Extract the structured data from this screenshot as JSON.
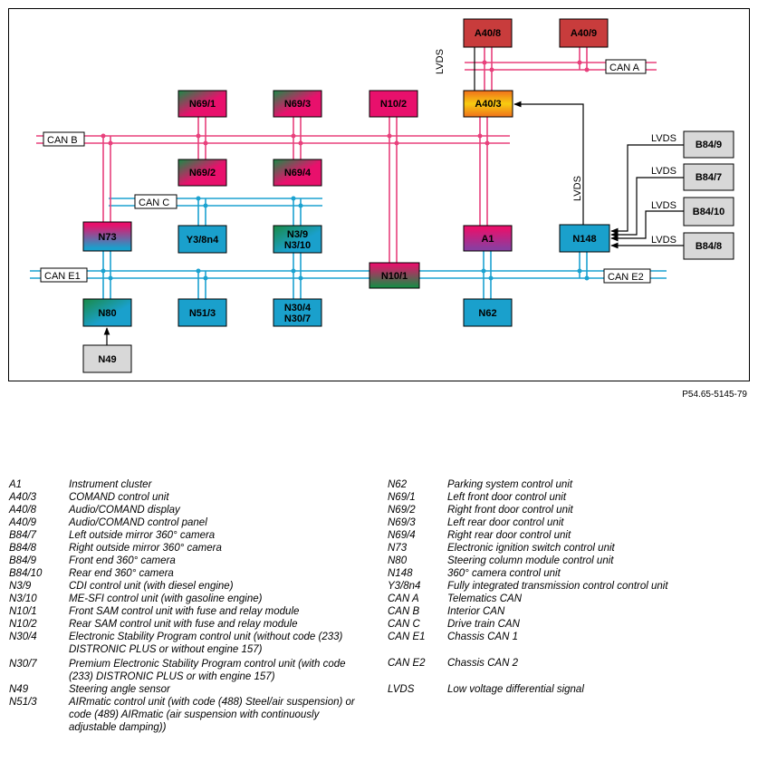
{
  "figure_ref": "P54.65-5145-79",
  "colors": {
    "can_bus": "#e8407c",
    "chassis_bus": "#1ba2d0",
    "red_box": "#c83c3c",
    "pink_box": "#e8106c",
    "blue_box": "#1aa0cc",
    "grey_box": "#d8d8d8",
    "green": "#1a8a46",
    "yellow": "#f7cc10",
    "orange": "#f0701c",
    "purple": "#8a3da0",
    "link_line": "#000000"
  },
  "buses": {
    "can_a": "CAN A",
    "can_b": "CAN B",
    "can_c": "CAN C",
    "can_e1": "CAN E1",
    "can_e2": "CAN E2"
  },
  "lvds_label": "LVDS",
  "components": {
    "a40_8": "A40/8",
    "a40_9": "A40/9",
    "a40_3": "A40/3",
    "n69_1": "N69/1",
    "n69_3": "N69/3",
    "n10_2": "N10/2",
    "n69_2": "N69/2",
    "n69_4": "N69/4",
    "n73": "N73",
    "y3_8n4": "Y3/8n4",
    "n3_9": "N3/9",
    "n3_10": "N3/10",
    "a1": "A1",
    "n148": "N148",
    "n10_1": "N10/1",
    "n80": "N80",
    "n51_3": "N51/3",
    "n30_4": "N30/4",
    "n30_7": "N30/7",
    "n62": "N62",
    "n49": "N49",
    "b84_9": "B84/9",
    "b84_7": "B84/7",
    "b84_10": "B84/10",
    "b84_8": "B84/8"
  },
  "legend_left": [
    {
      "code": "A1",
      "desc": "Instrument cluster"
    },
    {
      "code": "A40/3",
      "desc": "COMAND control unit"
    },
    {
      "code": "A40/8",
      "desc": "Audio/COMAND display"
    },
    {
      "code": "A40/9",
      "desc": "Audio/COMAND control panel"
    },
    {
      "code": "B84/7",
      "desc": "Left outside mirror 360° camera"
    },
    {
      "code": "B84/8",
      "desc": "Right outside mirror 360° camera"
    },
    {
      "code": "B84/9",
      "desc": "Front end 360° camera"
    },
    {
      "code": "B84/10",
      "desc": "Rear end 360° camera"
    },
    {
      "code": "N3/9",
      "desc": "CDI control unit (with diesel engine)"
    },
    {
      "code": "N3/10",
      "desc": "ME-SFI control unit (with gasoline engine)"
    },
    {
      "code": "N10/1",
      "desc": "Front SAM control unit with fuse and relay module"
    },
    {
      "code": "N10/2",
      "desc": "Rear SAM control unit with fuse and relay module"
    },
    {
      "code": "N30/4",
      "desc": "Electronic Stability Program control unit (without code (233) DISTRONIC PLUS or without engine 157)"
    },
    {
      "code": "N30/7",
      "desc": "Premium Electronic Stability Program control unit (with code (233) DISTRONIC PLUS or with engine 157)"
    },
    {
      "code": "N49",
      "desc": "Steering angle sensor"
    },
    {
      "code": "N51/3",
      "desc": "AIRmatic control unit (with code (488) Steel/air suspension) or code (489) AIRmatic (air suspension with continuously adjustable damping))"
    }
  ],
  "legend_right": [
    {
      "code": "N62",
      "desc": "Parking system control unit"
    },
    {
      "code": "N69/1",
      "desc": "Left front door control unit"
    },
    {
      "code": "N69/2",
      "desc": "Right front door control unit"
    },
    {
      "code": "N69/3",
      "desc": "Left rear door control unit"
    },
    {
      "code": "N69/4",
      "desc": "Right rear door control unit"
    },
    {
      "code": "N73",
      "desc": "Electronic ignition switch control unit"
    },
    {
      "code": "N80",
      "desc": "Steering column module control unit"
    },
    {
      "code": "N148",
      "desc": "360° camera control unit"
    },
    {
      "code": "Y3/8n4",
      "desc": "Fully integrated transmission control control unit"
    },
    {
      "code": "CAN A",
      "desc": "Telematics CAN"
    },
    {
      "code": "CAN B",
      "desc": "Interior CAN"
    },
    {
      "code": "CAN C",
      "desc": "Drive train CAN"
    },
    {
      "code": "CAN E1",
      "desc": "Chassis CAN 1"
    },
    {
      "code": "CAN E2",
      "desc": "Chassis CAN 2"
    },
    {
      "code": "LVDS",
      "desc": "Low voltage differential signal"
    }
  ]
}
